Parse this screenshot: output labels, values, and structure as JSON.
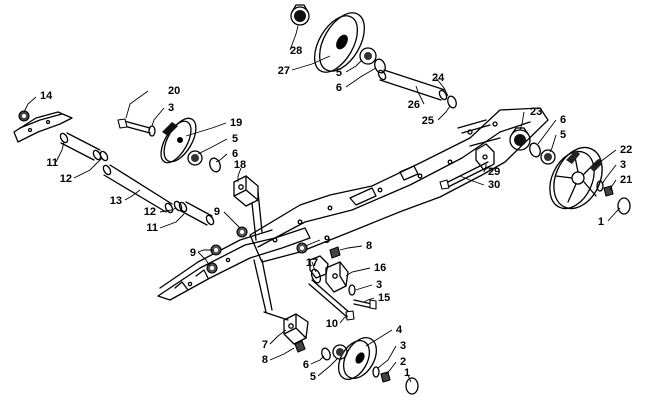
{
  "diagram": {
    "callouts": [
      {
        "id": "c-14",
        "text": "14"
      },
      {
        "id": "c-20",
        "text": "20"
      },
      {
        "id": "c-3a",
        "text": "3"
      },
      {
        "id": "c-19",
        "text": "19"
      },
      {
        "id": "c-5a",
        "text": "5"
      },
      {
        "id": "c-6a",
        "text": "6"
      },
      {
        "id": "c-11a",
        "text": "11"
      },
      {
        "id": "c-12a",
        "text": "12"
      },
      {
        "id": "c-13",
        "text": "13"
      },
      {
        "id": "c-12b",
        "text": "12"
      },
      {
        "id": "c-11b",
        "text": "11"
      },
      {
        "id": "c-18",
        "text": "18"
      },
      {
        "id": "c-9a",
        "text": "9"
      },
      {
        "id": "c-9b",
        "text": "9"
      },
      {
        "id": "c-9c",
        "text": "9"
      },
      {
        "id": "c-8a",
        "text": "8"
      },
      {
        "id": "c-17",
        "text": "17"
      },
      {
        "id": "c-16",
        "text": "16"
      },
      {
        "id": "c-3b",
        "text": "3"
      },
      {
        "id": "c-15",
        "text": "15"
      },
      {
        "id": "c-10",
        "text": "10"
      },
      {
        "id": "c-7",
        "text": "7"
      },
      {
        "id": "c-8b",
        "text": "8"
      },
      {
        "id": "c-6b",
        "text": "6"
      },
      {
        "id": "c-5b",
        "text": "5"
      },
      {
        "id": "c-4",
        "text": "4"
      },
      {
        "id": "c-3c",
        "text": "3"
      },
      {
        "id": "c-2",
        "text": "2"
      },
      {
        "id": "c-1a",
        "text": "1"
      },
      {
        "id": "c-28",
        "text": "28"
      },
      {
        "id": "c-27",
        "text": "27"
      },
      {
        "id": "c-5c",
        "text": "5"
      },
      {
        "id": "c-6c",
        "text": "6"
      },
      {
        "id": "c-24",
        "text": "24"
      },
      {
        "id": "c-26",
        "text": "26"
      },
      {
        "id": "c-25",
        "text": "25"
      },
      {
        "id": "c-23",
        "text": "23"
      },
      {
        "id": "c-6d",
        "text": "6"
      },
      {
        "id": "c-5d",
        "text": "5"
      },
      {
        "id": "c-29",
        "text": "29"
      },
      {
        "id": "c-30",
        "text": "30"
      },
      {
        "id": "c-22",
        "text": "22"
      },
      {
        "id": "c-3d",
        "text": "3"
      },
      {
        "id": "c-21",
        "text": "21"
      },
      {
        "id": "c-1b",
        "text": "1"
      }
    ]
  }
}
